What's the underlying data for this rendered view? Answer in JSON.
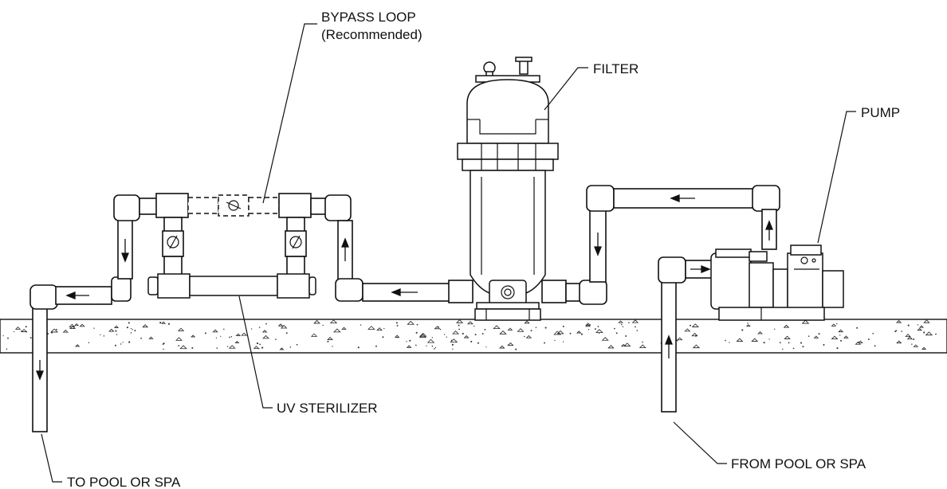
{
  "labels": {
    "bypass_loop": "BYPASS LOOP",
    "bypass_note": "(Recommended)",
    "filter": "FILTER",
    "pump": "PUMP",
    "uv_sterilizer": "UV STERILIZER",
    "to_pool": "TO POOL OR SPA",
    "from_pool": "FROM POOL OR SPA"
  }
}
